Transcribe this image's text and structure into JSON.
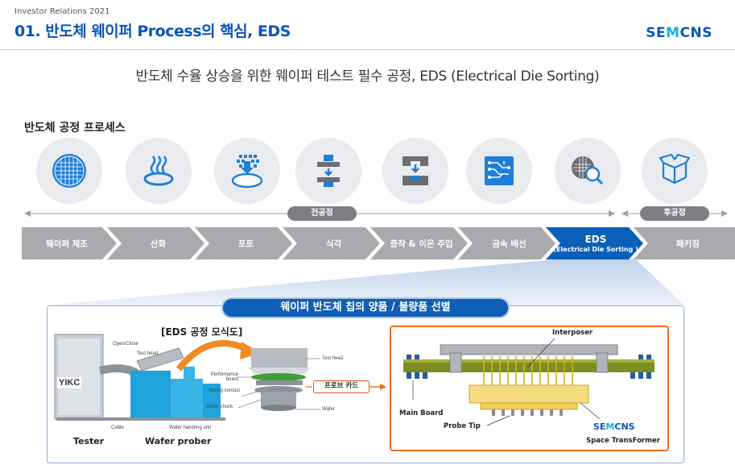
{
  "header": {
    "ir_label": "Investor Relations 2021",
    "title": "01. 반도체 웨이퍼 Process의 핵심, EDS",
    "logo_pre": "SE",
    "logo_dots": "M",
    "logo_post": "CNS"
  },
  "subtitle": "반도체 수율 상승을 위한 웨이퍼 테스트 필수 공정, EDS (Electrical Die Sorting)",
  "section_title": "반도체 공정 프로세스",
  "icons": [
    "wafer-grid-icon",
    "oxidation-heat-icon",
    "photo-wafer-icon",
    "etch-press-icon",
    "deposition-icon",
    "circuit-board-icon",
    "wafer-inspect-icon",
    "package-box-icon"
  ],
  "timeline": {
    "front_label": "전공정",
    "back_label": "후공정"
  },
  "steps": [
    {
      "label": "웨이퍼 제조",
      "sub": ""
    },
    {
      "label": "산화",
      "sub": ""
    },
    {
      "label": "포토",
      "sub": ""
    },
    {
      "label": "식각",
      "sub": ""
    },
    {
      "label": "증착 & 이온 주입",
      "sub": ""
    },
    {
      "label": "금속 배선",
      "sub": ""
    },
    {
      "label": "EDS",
      "sub": "(Electrical Die Sorting )"
    },
    {
      "label": "패키징",
      "sub": ""
    }
  ],
  "colors": {
    "brand_blue": "#0c55b8",
    "step_grey": "#a6a8ab",
    "step_active": "#0c5fb8",
    "accent_orange": "#ef6d20"
  },
  "eds": {
    "banner": "웨이퍼 반도체 칩의 양품 / 불량품 선별",
    "diagram_title": "[EDS 공정 모식도]",
    "tester_brand": "YIKC",
    "open_close": "Open/Close",
    "test_head_small": "Test head",
    "cable": "Cable",
    "wafer_handling": "Wafer handring unit",
    "tester": "Tester",
    "wafer_prober": "Wafer prober",
    "test_head": "Test head",
    "performance_board": "Performance board",
    "spring_contact": "Spring contact",
    "wafer_chuck": "Wafer chuck",
    "wafer": "Wafer",
    "probe_card": "프로브 카드",
    "interposer": "Interposer",
    "main_board": "Main Board",
    "probe_tip": "Probe Tip",
    "space_transformer": "Space TransFormer",
    "rp_logo_pre": "SE",
    "rp_logo_dots": "M",
    "rp_logo_post": "CNS"
  }
}
